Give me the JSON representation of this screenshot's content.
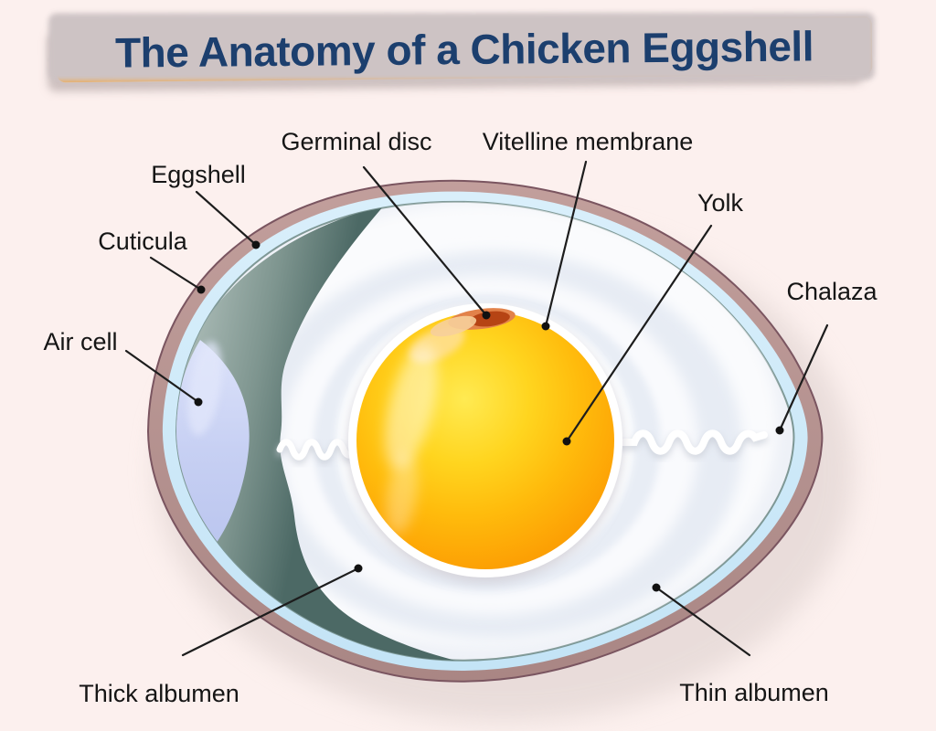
{
  "title": "The Anatomy of a Chicken Eggshell",
  "diagram": {
    "labels": {
      "germinal_disc": "Germinal disc",
      "vitelline_membrane": "Vitelline membrane",
      "eggshell": "Eggshell",
      "cuticula": "Cuticula",
      "air_cell": "Air cell",
      "yolk": "Yolk",
      "chalaza": "Chalaza",
      "thick_albumen": "Thick albumen",
      "thin_albumen": "Thin albumen"
    },
    "colors": {
      "background": "#fcf0ee",
      "banner_orange": "#f8c069",
      "title_text": "#1c3f6e",
      "shell_mauve": "#b5928f",
      "shell_outline": "#7a5560",
      "membrane_blue": "#cfe9f7",
      "inner_membrane_teal": "#5d7a76",
      "air_cell_lavender": "#c5cef2",
      "albumen_white": "#eef1f7",
      "yolk_orange": "#ffb60b",
      "germinal_disc_red": "#b64414",
      "label_text": "#151515"
    }
  }
}
